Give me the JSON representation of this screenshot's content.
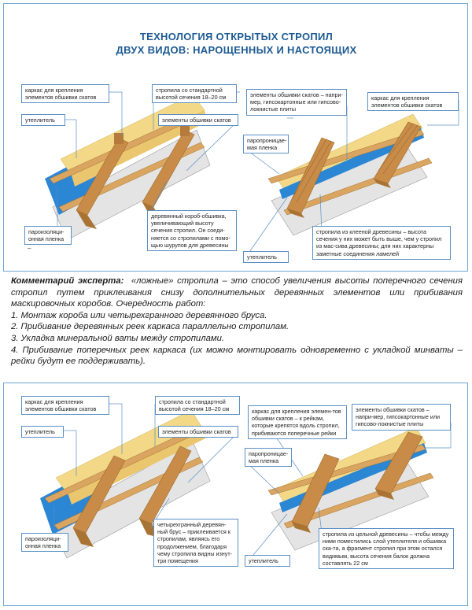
{
  "title": {
    "line1": "ТЕХНОЛОГИЯ ОТКРЫТЫХ СТРОПИЛ",
    "line2": "ДВУХ ВИДОВ: НАРОЩЕННЫХ И НАСТОЯЩИХ"
  },
  "top_left": {
    "frame": "каркас для крепления элементов обшивки скатов",
    "rafter": "стропила со стандартной высотой сечения 18–20 см",
    "insulation": "утеплитель",
    "sheathing": "элементы обшивки скатов",
    "vapor_barrier": "пароизоляци-онная пленка",
    "dash": "–",
    "box": "деревянный короб-обшивка, увеличивающий высоту сечения стропил. Он соеди-няется со стропилами с помо-щью шурупов для древесины"
  },
  "top_right": {
    "sheathing": "элементы обшивки скатов – напри-мер, гипсокартонные или гипсово-локнистые плиты",
    "frame": "каркас для крепления элементов обшивки скатов",
    "membrane": "паропроницае-мая пленка",
    "glulam": "стропила из клееной древесины – высота сечения у них может быть выше, чем у стропил из мас-сива древесины; для них характерны заметные соединения ламелей",
    "insulation": "утеплитель"
  },
  "comment": {
    "heading": "Комментарий эксперта:",
    "intro": "«ложные» стропила – это способ увеличения высоты поперечного сечения стропил путем приклеивания снизу дополнительных деревянных элементов или прибивания маскировочных коробов. Очередность работ:",
    "steps": [
      "1. Монтаж короба или четырехгранного деревянного бруса.",
      "2. Прибивание деревянных реек каркаса параллельно стропилам.",
      "3. Укладка минеральной ваты между стропилами.",
      "4. Прибивание поперечных реек каркаса (их можно монтировать одновременно с укладкой минваты – рейки будут ее поддерживать)."
    ]
  },
  "bottom_left": {
    "frame": "каркас для крепления элементов обшивки скатов",
    "rafter": "стропила со стандартной высотой сечения 18–20 см",
    "insulation": "утеплитель",
    "sheathing": "элементы обшивки скатов",
    "vapor_barrier": "пароизоляци-онная пленка",
    "beam": "четырехгранный деревян-ный брус – приклеивается к стропилам, являясь его продолжением, благодаря чему стропила видны изнут-три помещения"
  },
  "bottom_right": {
    "frame": "каркас для крепления элемен-тов обшивки скатов – к рейкам, которые крепятся вдоль стропил, прибиваются поперечные рейки",
    "sheathing": "элементы обшивки скатов – напри-мер, гипсокартонные или гипсово-локнистые плиты",
    "membrane": "паропроницае-мая пленка",
    "solid": "стропила из цельной древесины – чтобы между ними поместились слой утеплителя и обшивка ска-та, а фрагмент стропил при этом остался видимым, высота сечения балок должна составлять 22 см",
    "insulation": "утеплитель"
  },
  "colors": {
    "border": "#6fa7d6",
    "title": "#1d5a93",
    "wood": "#d9a561",
    "insulation": "#f3d987",
    "vapor": "#2b86d4",
    "board": "#e6e6e6"
  }
}
